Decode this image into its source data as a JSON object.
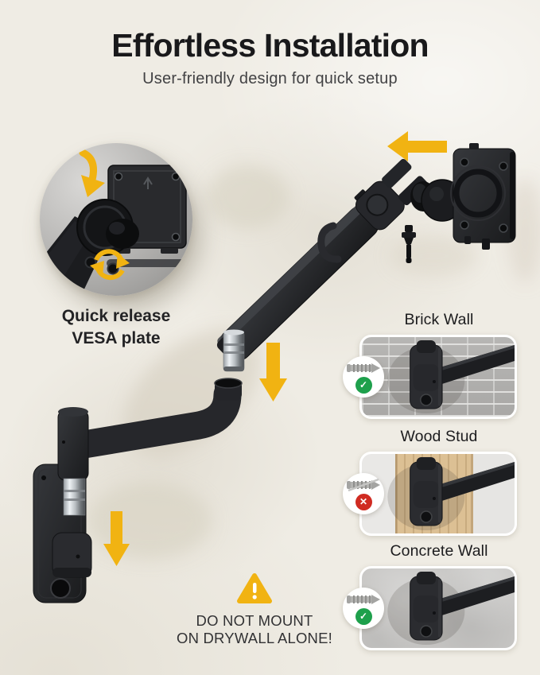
{
  "header": {
    "title": "Effortless Installation",
    "subtitle": "User-friendly design for quick setup"
  },
  "vesa_callout": {
    "line1": "Quick release",
    "line2": "VESA plate",
    "icons": {
      "swing_arrow": "curved-down-arrow-icon",
      "rotate_arrow": "rotate-arrows-icon"
    }
  },
  "assembly_arrows": {
    "attach_monitor_head": "arrow-left-icon",
    "insert_upper_arm": "arrow-down-icon",
    "insert_lower_arm": "arrow-down-icon"
  },
  "wall_compatibility": {
    "items": [
      {
        "label": "Brick Wall",
        "status": "ok",
        "status_glyph": "✓",
        "badge_icon": "wall-anchor-icon"
      },
      {
        "label": "Wood Stud",
        "status": "no",
        "status_glyph": "✕",
        "badge_icon": "wall-anchor-icon"
      },
      {
        "label": "Concrete Wall",
        "status": "ok",
        "status_glyph": "✓",
        "badge_icon": "wall-anchor-icon"
      }
    ]
  },
  "warning": {
    "icon": "warning-triangle-icon",
    "line1": "DO NOT MOUNT",
    "line2": "ON DRYWALL ALONE!"
  },
  "colors": {
    "background": "#efece4",
    "accent_yellow": "#f1b312",
    "ok_green": "#1ea04c",
    "no_red": "#d02b22",
    "product_black": "#222326",
    "text_dark": "#19191b"
  }
}
